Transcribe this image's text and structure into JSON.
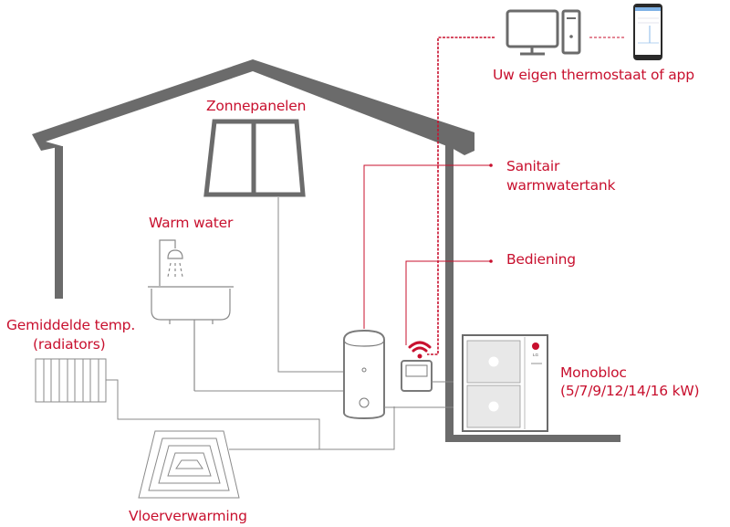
{
  "labels": {
    "thermostat_app": "Uw eigen thermostaat of app",
    "solar_panels": "Zonnepanelen",
    "sanitary_tank_line1": "Sanitair",
    "sanitary_tank_line2": "warmwatertank",
    "warm_water": "Warm water",
    "control": "Bediening",
    "radiators_line1": "Gemiddelde temp.",
    "radiators_line2": "(radiators)",
    "monobloc_line1": "Monobloc",
    "monobloc_line2": "(5/7/9/12/14/16 kW)",
    "floor_heating": "Vloerverwarming"
  },
  "brand": {
    "logo_text": "LG"
  },
  "icons": {
    "desktop": "desktop-computer-icon",
    "smartphone": "smartphone-app-icon",
    "wifi": "wifi-icon",
    "solar_panel": "solar-panel-icon",
    "shower_bath": "shower-bathtub-icon",
    "radiator": "radiator-icon",
    "floor_heating": "floor-heating-coil-icon",
    "water_tank": "water-tank-icon",
    "controller": "wall-controller-icon",
    "outdoor_unit": "heat-pump-outdoor-unit-icon"
  },
  "colors": {
    "accent": "#c8102e",
    "structure": "#6b6b6b",
    "pipe": "#8a8a8a"
  }
}
